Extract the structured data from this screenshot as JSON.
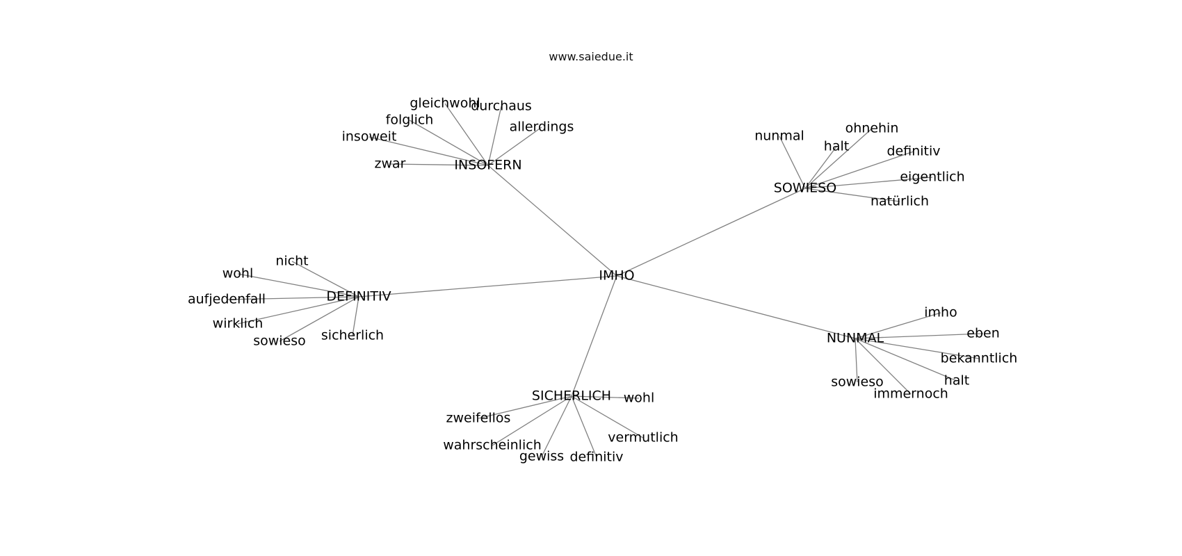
{
  "title": "www.saiedue.it",
  "graph": {
    "root": "IMHO",
    "groups": [
      {
        "name": "INSOFERN",
        "children": [
          "gleichwohl",
          "durchaus",
          "folglich",
          "allerdings",
          "insoweit",
          "zwar"
        ]
      },
      {
        "name": "SOWIESO",
        "children": [
          "nunmal",
          "ohnehin",
          "halt",
          "definitiv",
          "eigentlich",
          "natürlich"
        ]
      },
      {
        "name": "DEFINITIV",
        "children": [
          "nicht",
          "wohl",
          "aufjedenfall",
          "wirklich",
          "sowieso",
          "sicherlich"
        ]
      },
      {
        "name": "NUNMAL",
        "children": [
          "imho",
          "eben",
          "bekanntlich",
          "halt",
          "sowieso",
          "immernoch"
        ]
      },
      {
        "name": "SICHERLICH",
        "children": [
          "wohl",
          "zweifellos",
          "vermutlich",
          "wahrscheinlich",
          "gewiss",
          "definitiv"
        ]
      }
    ]
  }
}
